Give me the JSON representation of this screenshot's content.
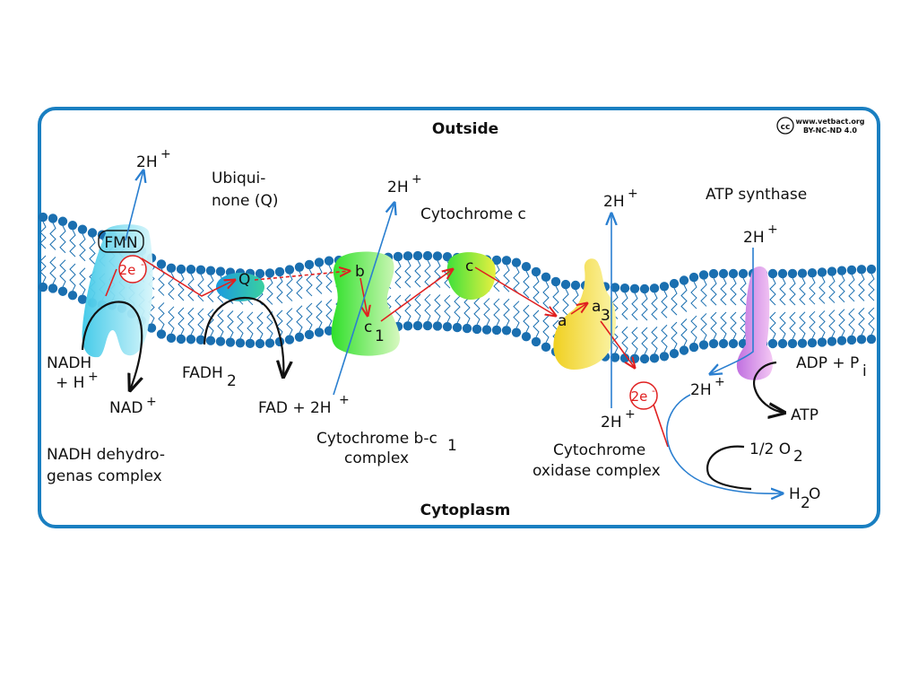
{
  "header": {
    "outside": "Outside",
    "cytoplasm": "Cytoplasm"
  },
  "license": {
    "cc": "cc",
    "site": "www.vetbact.org",
    "terms": "BY-NC-ND 4.0"
  },
  "complex_I": {
    "fmn": "FMN",
    "electrons": "2e",
    "electrons_sup": "-",
    "proton_out": "2H",
    "proton_out_sup": "+",
    "nadh_line1": "NADH",
    "nadh_line2": "+ H",
    "nadh_line2_sup": "+",
    "nad": "NAD",
    "nad_sup": "+",
    "name_line1": "NADH dehydro-",
    "name_line2": "genas complex"
  },
  "ubiquinone": {
    "name_line1": "Ubiqui-",
    "name_line2": "none (Q)",
    "q": "Q",
    "fadh": "FADH",
    "fadh_sub": "2",
    "fad": "FAD + 2H",
    "fad_sup": "+"
  },
  "complex_III": {
    "proton_out": "2H",
    "proton_out_sup": "+",
    "b": "b",
    "c": "c",
    "c_sub": "1",
    "name_line1": "Cytochrome b-c",
    "name_line1_sub": "1",
    "name_line2": "complex"
  },
  "cytochrome_c": {
    "name": "Cytochrome c",
    "c": "c"
  },
  "complex_IV": {
    "proton_out": "2H",
    "proton_out_sup": "+",
    "a": "a",
    "a3": "a",
    "a3_sub": "3",
    "electrons": "2e",
    "electrons_sup": "-",
    "proton_in": "2H",
    "proton_in_sup": "+",
    "name_line1": "Cytochrome",
    "name_line2": "oxidase complex"
  },
  "atp_synthase": {
    "name": "ATP synthase",
    "proton_top": "2H",
    "proton_top_sup": "+",
    "proton_bottom": "2H",
    "proton_bottom_sup": "+",
    "adp": "ADP + P",
    "adp_sub": "i",
    "atp": "ATP"
  },
  "oxygen": {
    "half_o2": "1/2 O",
    "half_o2_sub": "2",
    "water": "H",
    "water_sub": "2",
    "water_o": "O"
  },
  "colors": {
    "frame": "#1a7fc1",
    "lipid_head": "#1a6fb0",
    "electron_arrow": "#e02020",
    "proton_arrow": "#2a7fd0",
    "complex_I": "#7fdff0",
    "ubiquinone": "#1fa0e0",
    "complex_III": "#3ee03a",
    "cytochrome_c": "#9be83a",
    "complex_IV": "#f5e043",
    "atp_synthase": "#d88ee8"
  }
}
